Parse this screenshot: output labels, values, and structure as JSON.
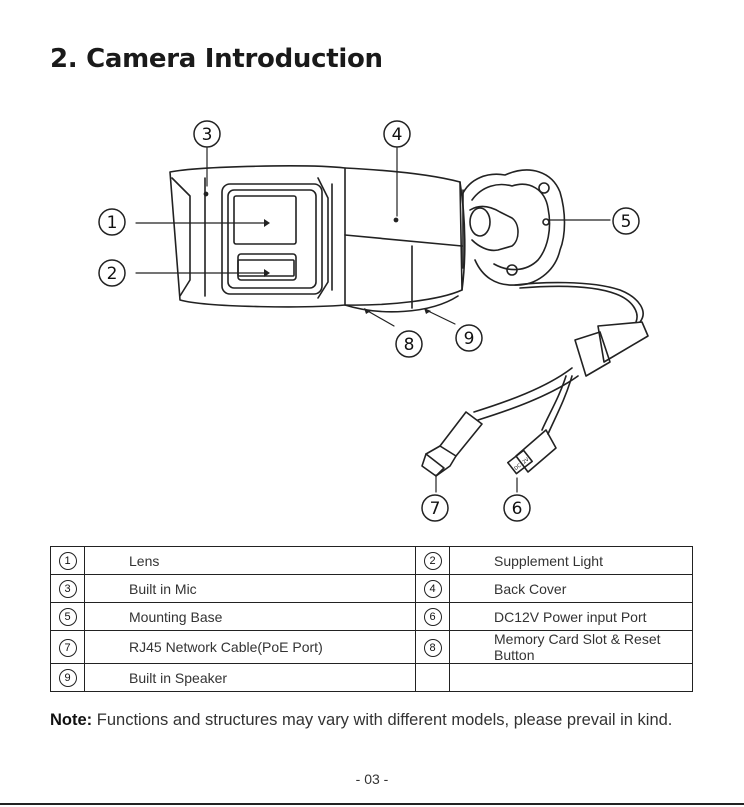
{
  "heading": "2. Camera Introduction",
  "diagram": {
    "callouts": [
      {
        "num": "1"
      },
      {
        "num": "2"
      },
      {
        "num": "3"
      },
      {
        "num": "4"
      },
      {
        "num": "5"
      },
      {
        "num": "6"
      },
      {
        "num": "7"
      },
      {
        "num": "8"
      },
      {
        "num": "9"
      }
    ],
    "connector_label": "DC12V"
  },
  "parts_table": {
    "rows": [
      {
        "left_num": "1",
        "left_label": "Lens",
        "right_num": "2",
        "right_label": "Supplement Light"
      },
      {
        "left_num": "3",
        "left_label": "Built in Mic",
        "right_num": "4",
        "right_label": "Back Cover"
      },
      {
        "left_num": "5",
        "left_label": "Mounting Base",
        "right_num": "6",
        "right_label": "DC12V Power input Port"
      },
      {
        "left_num": "7",
        "left_label": "RJ45 Network Cable(PoE Port)",
        "right_num": "8",
        "right_label": "Memory Card Slot & Reset Button"
      },
      {
        "left_num": "9",
        "left_label": "Built in Speaker",
        "right_num": "",
        "right_label": ""
      }
    ]
  },
  "note": {
    "label": "Note:",
    "text": " Functions and structures may vary with different models, please prevail in kind."
  },
  "page_number": "- 03 -"
}
